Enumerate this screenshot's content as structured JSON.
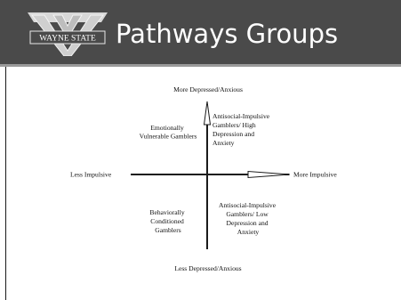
{
  "slide": {
    "title": "Pathways Groups",
    "logo_text": "WAYNE STATE"
  },
  "diagram": {
    "axis_top": "More Depressed/Anxious",
    "axis_bottom": "Less Depressed/Anxious",
    "axis_left": "Less Impulsive",
    "axis_right": "More Impulsive",
    "groups": {
      "upper_left": [
        "Emotionally",
        "Vulnerable Gamblers"
      ],
      "upper_right": [
        "Antisocial-Impulsive",
        "Gamblers/ High",
        "Depression and",
        "Anxiety"
      ],
      "lower_left": [
        "Behaviorally",
        "Conditioned",
        "Gamblers"
      ],
      "lower_right": [
        "Antisocial-Impulsive",
        "Gamblers/ Low",
        "Depression and",
        "Anxiety"
      ]
    }
  }
}
